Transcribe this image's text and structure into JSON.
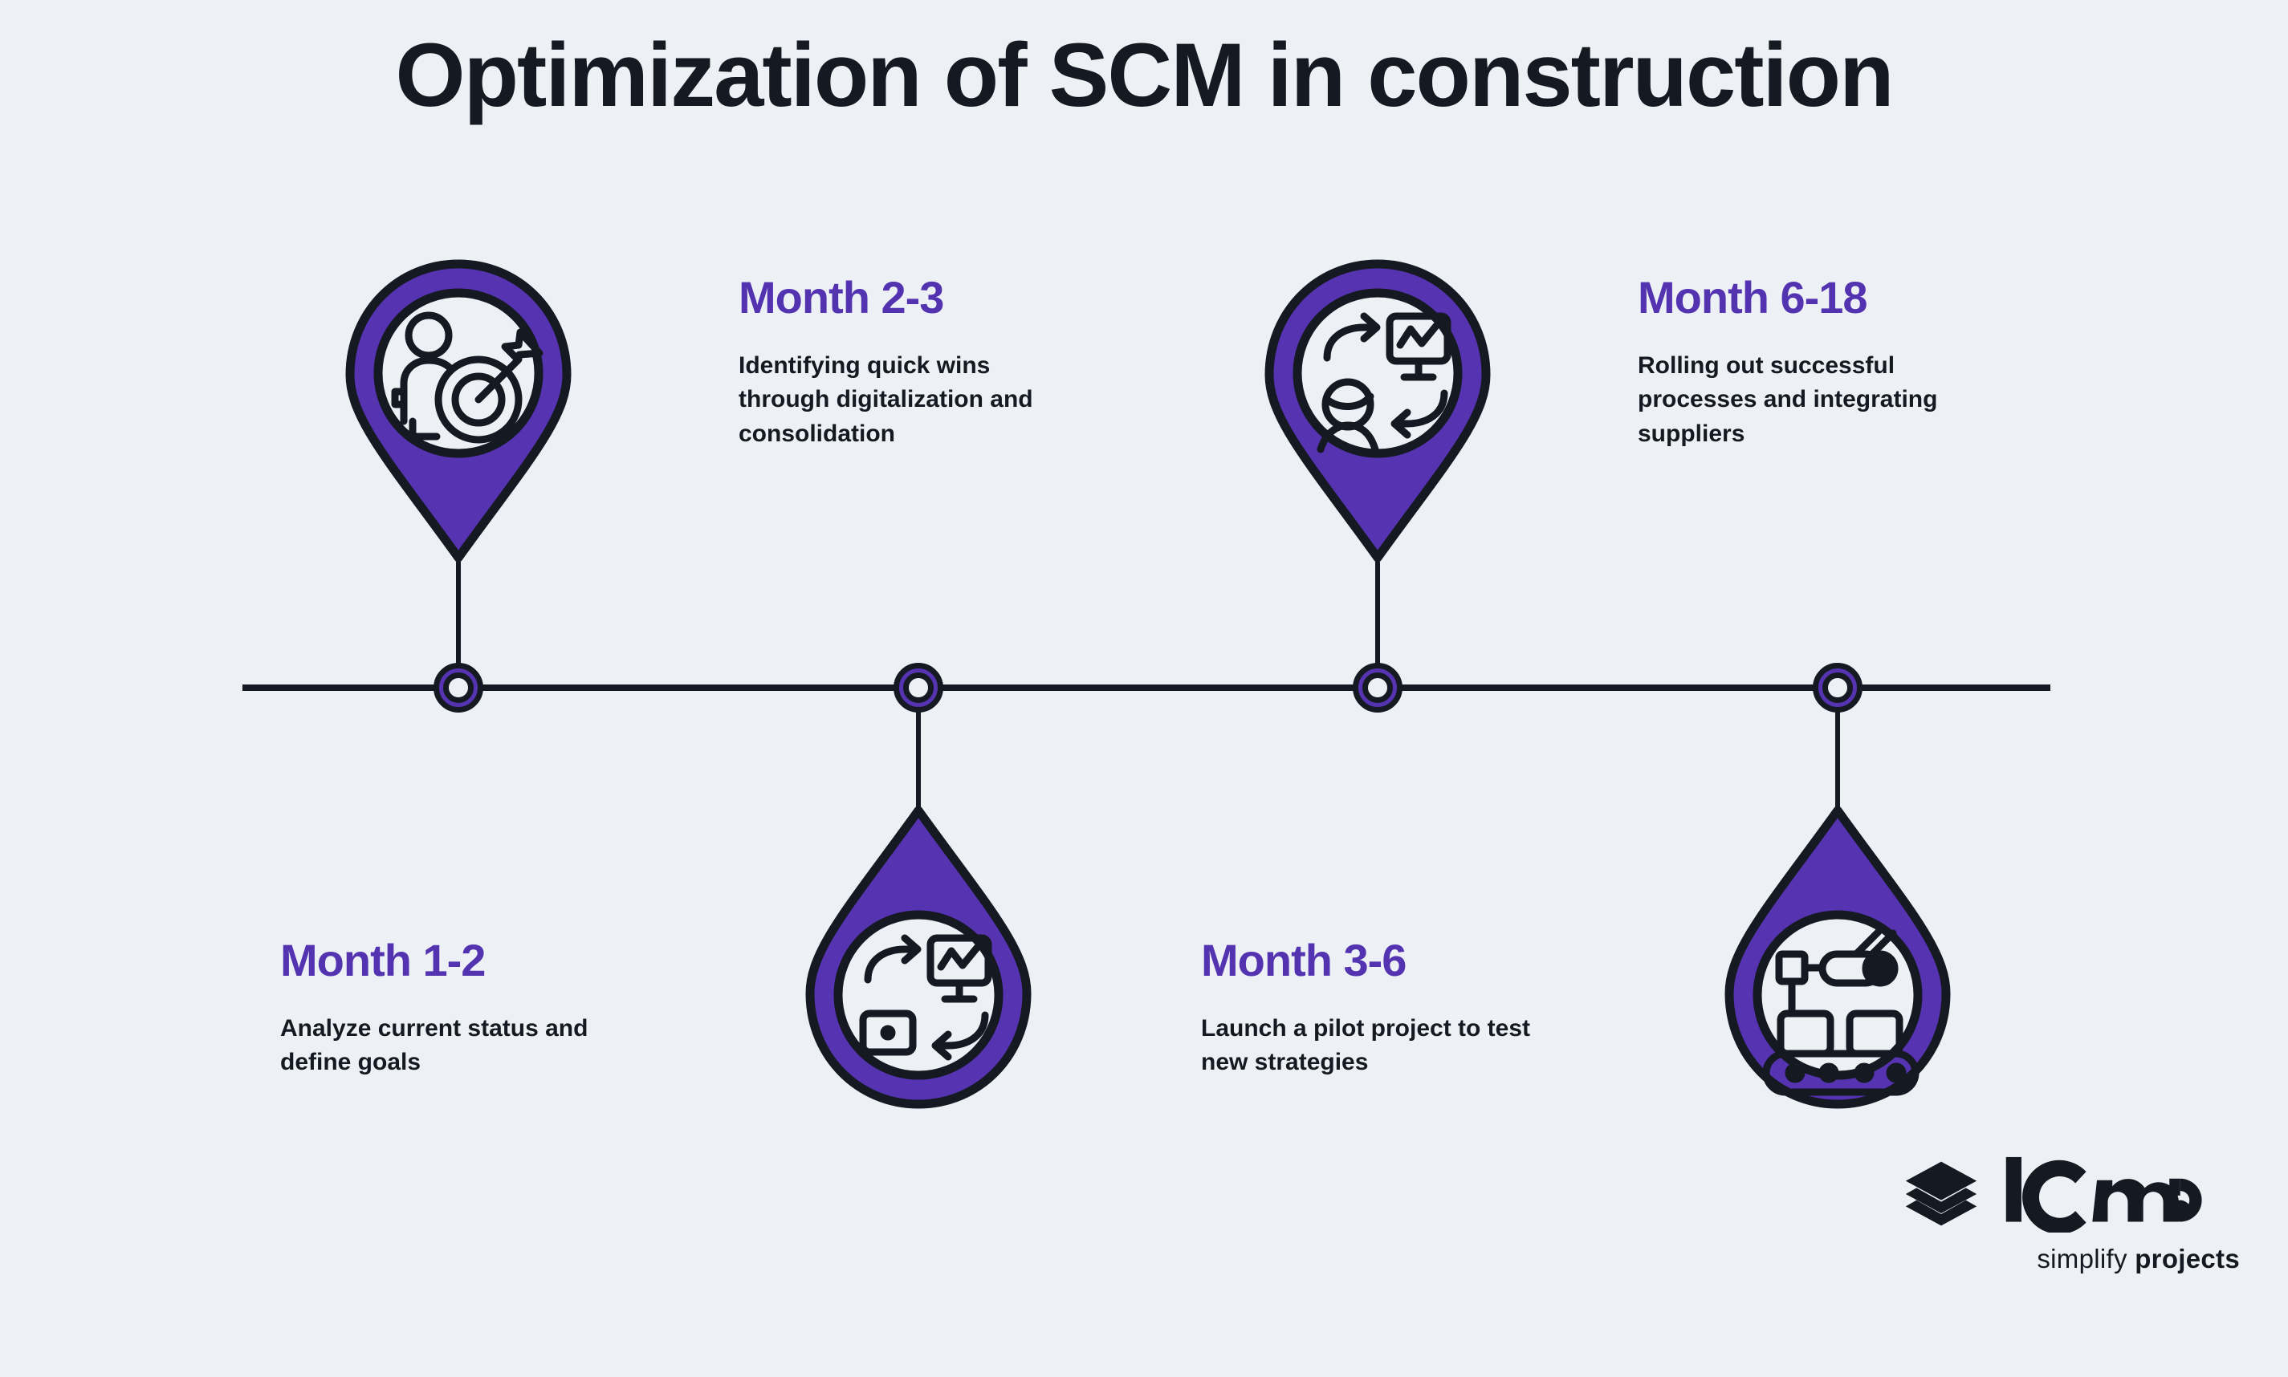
{
  "title": "Optimization of SCM in construction",
  "colors": {
    "background": "#edf1f5",
    "purple": "#5633b0",
    "heading_purple": "#5333b0",
    "ink": "#141922"
  },
  "timeline": {
    "nodes": [
      {
        "name": "node-1"
      },
      {
        "name": "node-2"
      },
      {
        "name": "node-3"
      },
      {
        "name": "node-4"
      }
    ]
  },
  "milestones": [
    {
      "heading": "Month 1-2",
      "body": "Analyze current status and define goals",
      "icon": "person-target-icon",
      "position": "below-left",
      "pin_direction": "up"
    },
    {
      "heading": "Month 2-3",
      "body": "Identifying quick wins through digitalization and consolidation",
      "icon": "process-digitalization-icon",
      "position": "above-right",
      "pin_direction": "down"
    },
    {
      "heading": "Month 3-6",
      "body": "Launch a pilot project to test new strategies",
      "icon": "process-people-icon",
      "position": "below-left",
      "pin_direction": "up"
    },
    {
      "heading": "Month 6-18",
      "body": "Rolling out successful processes and integrating suppliers",
      "icon": "robot-conveyor-icon",
      "position": "above-right",
      "pin_direction": "down"
    }
  ],
  "logo": {
    "wordmark": "lcmd",
    "tagline_light": "simplify",
    "tagline_bold": "projects",
    "mark": "stacked-layers-icon"
  }
}
